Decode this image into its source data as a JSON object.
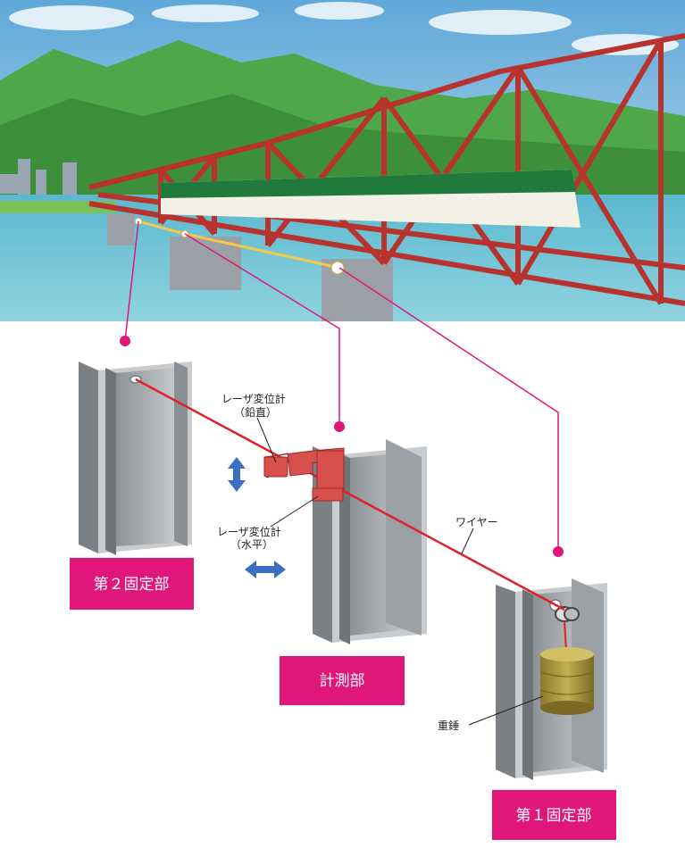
{
  "labels": {
    "laser_vertical_1": "レーザ変位計",
    "laser_vertical_2": "（鉛直）",
    "laser_horizontal_1": "レーザ変位計",
    "laser_horizontal_2": "（水平）",
    "wire": "ワイヤー",
    "weight": "重錘"
  },
  "sections": {
    "second_fixed": "第２固定部",
    "measurement": "計測部",
    "first_fixed": "第１固定部"
  },
  "colors": {
    "accent": "#e0177a",
    "wire": "#e0202a",
    "arrow": "#3a6fc4",
    "bridge": "#b8322e"
  }
}
